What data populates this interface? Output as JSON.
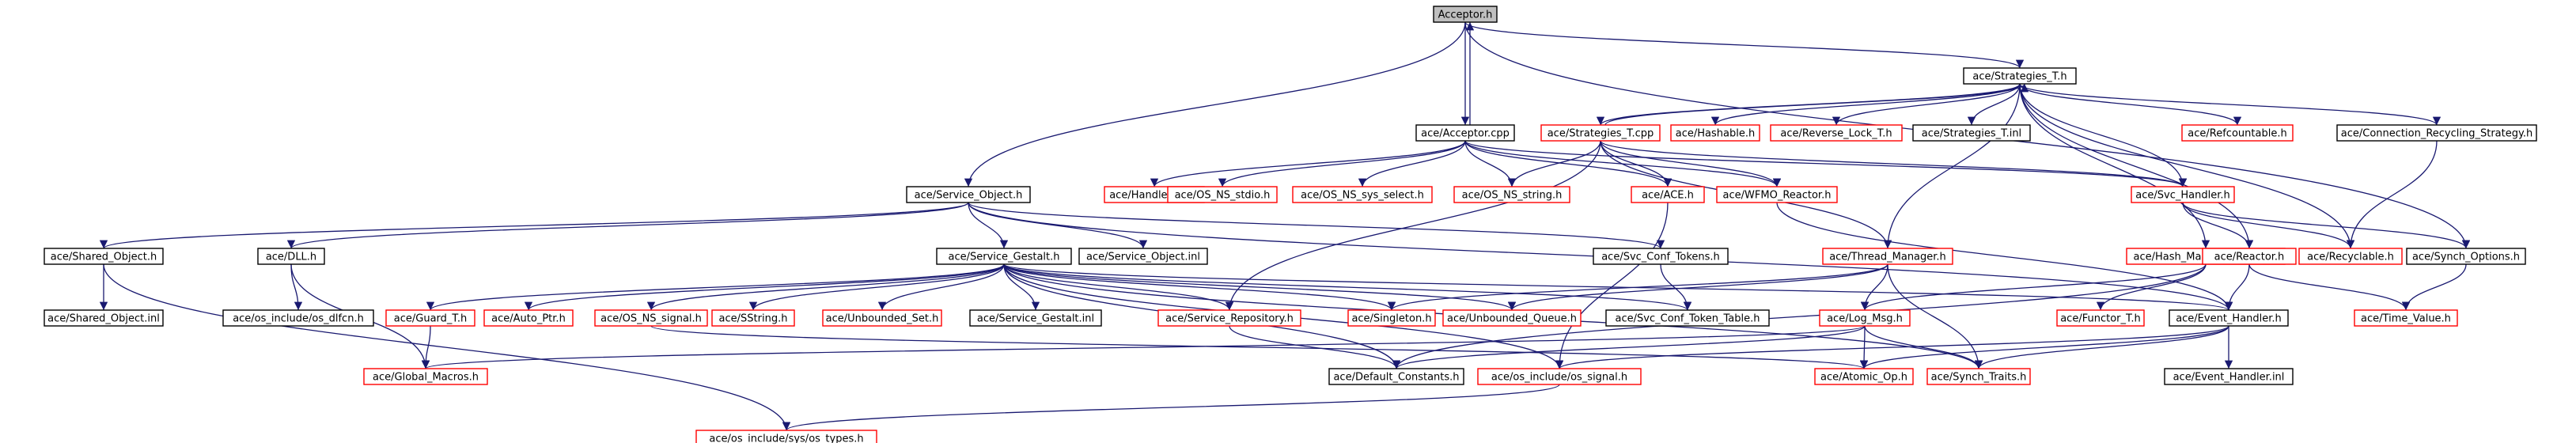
{
  "diagram": {
    "type": "include-dependency-graph",
    "colors": {
      "edge": "#191970",
      "documented_border": "#000000",
      "undocumented_border": "#ff0000",
      "root_fill": "#bfbfbf",
      "node_fill": "#ffffff"
    },
    "nodes": [
      {
        "id": "acceptor_h",
        "label": "Acceptor.h",
        "kind": "root"
      },
      {
        "id": "strategies_t_h",
        "label": "ace/Strategies_T.h",
        "kind": "black"
      },
      {
        "id": "acceptor_cpp",
        "label": "ace/Acceptor.cpp",
        "kind": "black"
      },
      {
        "id": "strategies_t_cpp",
        "label": "ace/Strategies_T.cpp",
        "kind": "red"
      },
      {
        "id": "hashable_h",
        "label": "ace/Hashable.h",
        "kind": "red"
      },
      {
        "id": "reverse_lock_t_h",
        "label": "ace/Reverse_Lock_T.h",
        "kind": "red"
      },
      {
        "id": "strategies_t_inl",
        "label": "ace/Strategies_T.inl",
        "kind": "black"
      },
      {
        "id": "refcountable_h",
        "label": "ace/Refcountable.h",
        "kind": "red"
      },
      {
        "id": "conn_recycling_h",
        "label": "ace/Connection_Recycling_Strategy.h",
        "kind": "black"
      },
      {
        "id": "service_object_h",
        "label": "ace/Service_Object.h",
        "kind": "black"
      },
      {
        "id": "handle_set_h",
        "label": "ace/Handle_Set.h",
        "kind": "red"
      },
      {
        "id": "os_ns_stdio_h",
        "label": "ace/OS_NS_stdio.h",
        "kind": "red"
      },
      {
        "id": "os_ns_sys_select_h",
        "label": "ace/OS_NS_sys_select.h",
        "kind": "red"
      },
      {
        "id": "os_ns_string_h",
        "label": "ace/OS_NS_string.h",
        "kind": "red"
      },
      {
        "id": "ace_h",
        "label": "ace/ACE.h",
        "kind": "red"
      },
      {
        "id": "wfmo_reactor_h",
        "label": "ace/WFMO_Reactor.h",
        "kind": "red"
      },
      {
        "id": "svc_handler_h",
        "label": "ace/Svc_Handler.h",
        "kind": "red"
      },
      {
        "id": "shared_object_h",
        "label": "ace/Shared_Object.h",
        "kind": "black"
      },
      {
        "id": "dll_h",
        "label": "ace/DLL.h",
        "kind": "black"
      },
      {
        "id": "service_gestalt_h",
        "label": "ace/Service_Gestalt.h",
        "kind": "black"
      },
      {
        "id": "service_object_inl",
        "label": "ace/Service_Object.inl",
        "kind": "black"
      },
      {
        "id": "svc_conf_tokens_h",
        "label": "ace/Svc_Conf_Tokens.h",
        "kind": "black"
      },
      {
        "id": "thread_manager_h",
        "label": "ace/Thread_Manager.h",
        "kind": "red"
      },
      {
        "id": "hash_map_manager_t_h",
        "label": "ace/Hash_Map_Manager_T.h",
        "kind": "red"
      },
      {
        "id": "reactor_h",
        "label": "ace/Reactor.h",
        "kind": "red"
      },
      {
        "id": "recyclable_h",
        "label": "ace/Recyclable.h",
        "kind": "red"
      },
      {
        "id": "synch_options_h",
        "label": "ace/Synch_Options.h",
        "kind": "black"
      },
      {
        "id": "shared_object_inl",
        "label": "ace/Shared_Object.inl",
        "kind": "black"
      },
      {
        "id": "os_dlfcn_h",
        "label": "ace/os_include/os_dlfcn.h",
        "kind": "black"
      },
      {
        "id": "guard_t_h",
        "label": "ace/Guard_T.h",
        "kind": "red"
      },
      {
        "id": "auto_ptr_h",
        "label": "ace/Auto_Ptr.h",
        "kind": "red"
      },
      {
        "id": "os_ns_signal_h",
        "label": "ace/OS_NS_signal.h",
        "kind": "red"
      },
      {
        "id": "sstring_h",
        "label": "ace/SString.h",
        "kind": "red"
      },
      {
        "id": "unbounded_set_h",
        "label": "ace/Unbounded_Set.h",
        "kind": "red"
      },
      {
        "id": "service_gestalt_inl",
        "label": "ace/Service_Gestalt.inl",
        "kind": "black"
      },
      {
        "id": "service_repository_h",
        "label": "ace/Service_Repository.h",
        "kind": "red"
      },
      {
        "id": "singleton_h",
        "label": "ace/Singleton.h",
        "kind": "red"
      },
      {
        "id": "unbounded_queue_h",
        "label": "ace/Unbounded_Queue.h",
        "kind": "red"
      },
      {
        "id": "svc_conf_token_table_h",
        "label": "ace/Svc_Conf_Token_Table.h",
        "kind": "black"
      },
      {
        "id": "log_msg_h",
        "label": "ace/Log_Msg.h",
        "kind": "red"
      },
      {
        "id": "functor_t_h",
        "label": "ace/Functor_T.h",
        "kind": "red"
      },
      {
        "id": "event_handler_h",
        "label": "ace/Event_Handler.h",
        "kind": "black"
      },
      {
        "id": "time_value_h",
        "label": "ace/Time_Value.h",
        "kind": "red"
      },
      {
        "id": "global_macros_h",
        "label": "ace/Global_Macros.h",
        "kind": "red"
      },
      {
        "id": "default_constants_h",
        "label": "ace/Default_Constants.h",
        "kind": "black"
      },
      {
        "id": "os_signal_h",
        "label": "ace/os_include/os_signal.h",
        "kind": "red"
      },
      {
        "id": "atomic_op_h",
        "label": "ace/Atomic_Op.h",
        "kind": "red"
      },
      {
        "id": "synch_traits_h",
        "label": "ace/Synch_Traits.h",
        "kind": "red"
      },
      {
        "id": "event_handler_inl",
        "label": "ace/Event_Handler.inl",
        "kind": "black"
      },
      {
        "id": "os_types_h",
        "label": "ace/os_include/sys/os_types.h",
        "kind": "red"
      }
    ],
    "edges": [
      [
        "acceptor_h",
        "acceptor_cpp"
      ],
      [
        "acceptor_h",
        "service_object_h"
      ],
      [
        "acceptor_h",
        "strategies_t_h"
      ],
      [
        "acceptor_h",
        "synch_options_h"
      ],
      [
        "acceptor_cpp",
        "acceptor_h"
      ],
      [
        "acceptor_cpp",
        "handle_set_h"
      ],
      [
        "acceptor_cpp",
        "os_ns_stdio_h"
      ],
      [
        "acceptor_cpp",
        "os_ns_sys_select_h"
      ],
      [
        "acceptor_cpp",
        "os_ns_string_h"
      ],
      [
        "acceptor_cpp",
        "ace_h"
      ],
      [
        "acceptor_cpp",
        "wfmo_reactor_h"
      ],
      [
        "acceptor_cpp",
        "svc_handler_h"
      ],
      [
        "strategies_t_h",
        "strategies_t_cpp"
      ],
      [
        "strategies_t_h",
        "hashable_h"
      ],
      [
        "strategies_t_h",
        "reverse_lock_t_h"
      ],
      [
        "strategies_t_h",
        "strategies_t_inl"
      ],
      [
        "strategies_t_h",
        "refcountable_h"
      ],
      [
        "strategies_t_h",
        "conn_recycling_h"
      ],
      [
        "strategies_t_h",
        "svc_handler_h"
      ],
      [
        "strategies_t_h",
        "thread_manager_h"
      ],
      [
        "strategies_t_h",
        "hash_map_manager_t_h"
      ],
      [
        "strategies_t_h",
        "reactor_h"
      ],
      [
        "strategies_t_h",
        "recyclable_h"
      ],
      [
        "strategies_t_cpp",
        "strategies_t_h"
      ],
      [
        "strategies_t_cpp",
        "os_ns_string_h"
      ],
      [
        "strategies_t_cpp",
        "ace_h"
      ],
      [
        "strategies_t_cpp",
        "wfmo_reactor_h"
      ],
      [
        "strategies_t_cpp",
        "thread_manager_h"
      ],
      [
        "strategies_t_cpp",
        "service_repository_h"
      ],
      [
        "strategies_t_cpp",
        "svc_handler_h"
      ],
      [
        "conn_recycling_h",
        "recyclable_h"
      ],
      [
        "svc_handler_h",
        "reactor_h"
      ],
      [
        "svc_handler_h",
        "recyclable_h"
      ],
      [
        "svc_handler_h",
        "synch_options_h"
      ],
      [
        "wfmo_reactor_h",
        "event_handler_h"
      ],
      [
        "service_object_h",
        "shared_object_h"
      ],
      [
        "service_object_h",
        "dll_h"
      ],
      [
        "service_object_h",
        "service_gestalt_h"
      ],
      [
        "service_object_h",
        "service_object_inl"
      ],
      [
        "service_object_h",
        "svc_conf_tokens_h"
      ],
      [
        "service_object_h",
        "event_handler_h"
      ],
      [
        "shared_object_h",
        "shared_object_inl"
      ],
      [
        "shared_object_h",
        "os_types_h"
      ],
      [
        "dll_h",
        "os_dlfcn_h"
      ],
      [
        "dll_h",
        "global_macros_h"
      ],
      [
        "service_gestalt_h",
        "guard_t_h"
      ],
      [
        "service_gestalt_h",
        "auto_ptr_h"
      ],
      [
        "service_gestalt_h",
        "os_ns_signal_h"
      ],
      [
        "service_gestalt_h",
        "sstring_h"
      ],
      [
        "service_gestalt_h",
        "unbounded_set_h"
      ],
      [
        "service_gestalt_h",
        "service_gestalt_inl"
      ],
      [
        "service_gestalt_h",
        "service_repository_h"
      ],
      [
        "service_gestalt_h",
        "singleton_h"
      ],
      [
        "service_gestalt_h",
        "unbounded_queue_h"
      ],
      [
        "service_gestalt_h",
        "svc_conf_token_table_h"
      ],
      [
        "service_gestalt_h",
        "default_constants_h"
      ],
      [
        "service_gestalt_h",
        "synch_traits_h"
      ],
      [
        "service_gestalt_h",
        "event_handler_h"
      ],
      [
        "service_gestalt_h",
        "os_signal_h"
      ],
      [
        "svc_conf_tokens_h",
        "svc_conf_token_table_h"
      ],
      [
        "guard_t_h",
        "global_macros_h"
      ],
      [
        "os_ns_signal_h",
        "atomic_op_h"
      ],
      [
        "service_repository_h",
        "default_constants_h"
      ],
      [
        "thread_manager_h",
        "singleton_h"
      ],
      [
        "thread_manager_h",
        "unbounded_queue_h"
      ],
      [
        "thread_manager_h",
        "log_msg_h"
      ],
      [
        "thread_manager_h",
        "synch_traits_h"
      ],
      [
        "hash_map_manager_t_h",
        "functor_t_h"
      ],
      [
        "hash_map_manager_t_h",
        "log_msg_h"
      ],
      [
        "hash_map_manager_t_h",
        "default_constants_h"
      ],
      [
        "ace_h",
        "os_signal_h"
      ],
      [
        "log_msg_h",
        "global_macros_h"
      ],
      [
        "log_msg_h",
        "default_constants_h"
      ],
      [
        "log_msg_h",
        "atomic_op_h"
      ],
      [
        "log_msg_h",
        "synch_traits_h"
      ],
      [
        "reactor_h",
        "time_value_h"
      ],
      [
        "reactor_h",
        "event_handler_h"
      ],
      [
        "synch_options_h",
        "time_value_h"
      ],
      [
        "event_handler_h",
        "event_handler_inl"
      ],
      [
        "event_handler_h",
        "atomic_op_h"
      ],
      [
        "event_handler_h",
        "synch_traits_h"
      ],
      [
        "event_handler_h",
        "os_signal_h"
      ],
      [
        "os_signal_h",
        "os_types_h"
      ]
    ]
  }
}
